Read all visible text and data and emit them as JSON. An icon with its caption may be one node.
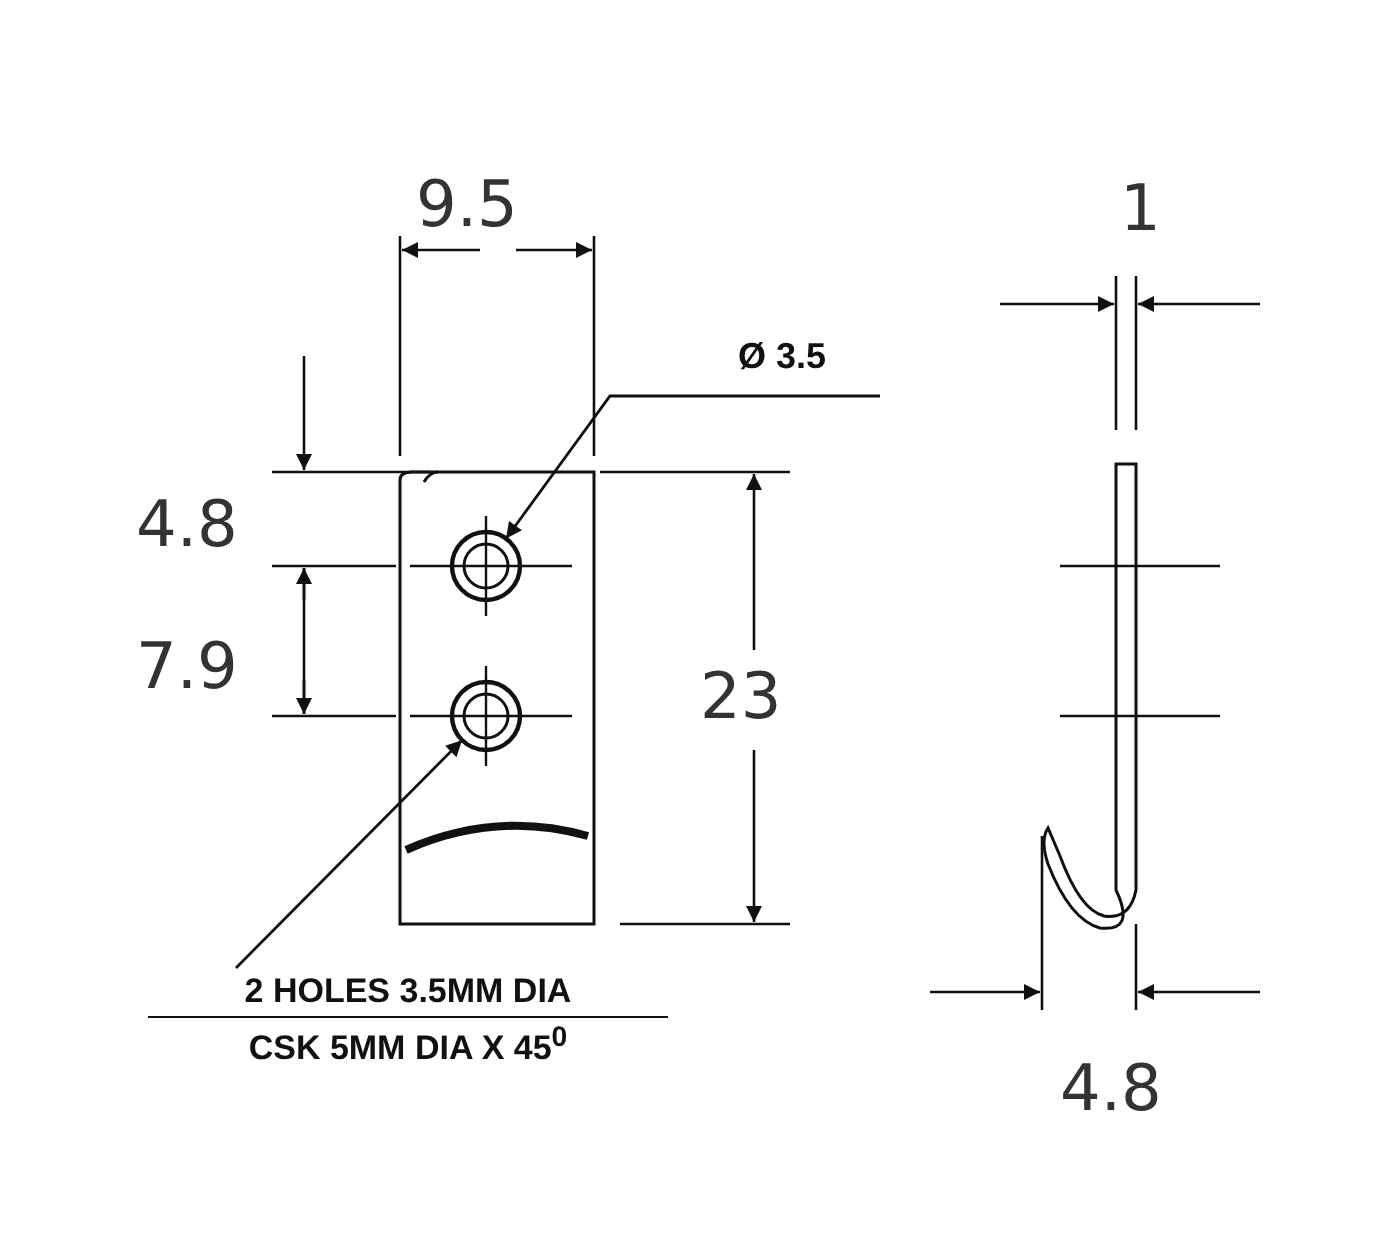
{
  "diagram": {
    "nodes": [
      {
        "text": [
          "Ø 3.5"
        ]
      },
      {
        "text": [],
        "shape": "circle"
      },
      {
        "text": [
          "2 HOLES 3.5MM DIA",
          "CSK 5MM DIA X 45$^{0}$"
        ]
      },
      {
        "text": [],
        "shape": "circle"
      }
    ],
    "edges": [
      {
        "from": 0,
        "to": 1,
        "arrow": "to"
      },
      {
        "from": 2,
        "to": 3,
        "arrow": "to"
      }
    ],
    "labels": [
      "9.5",
      "4.8",
      "7.9",
      "23",
      "1",
      "4.8"
    ]
  }
}
